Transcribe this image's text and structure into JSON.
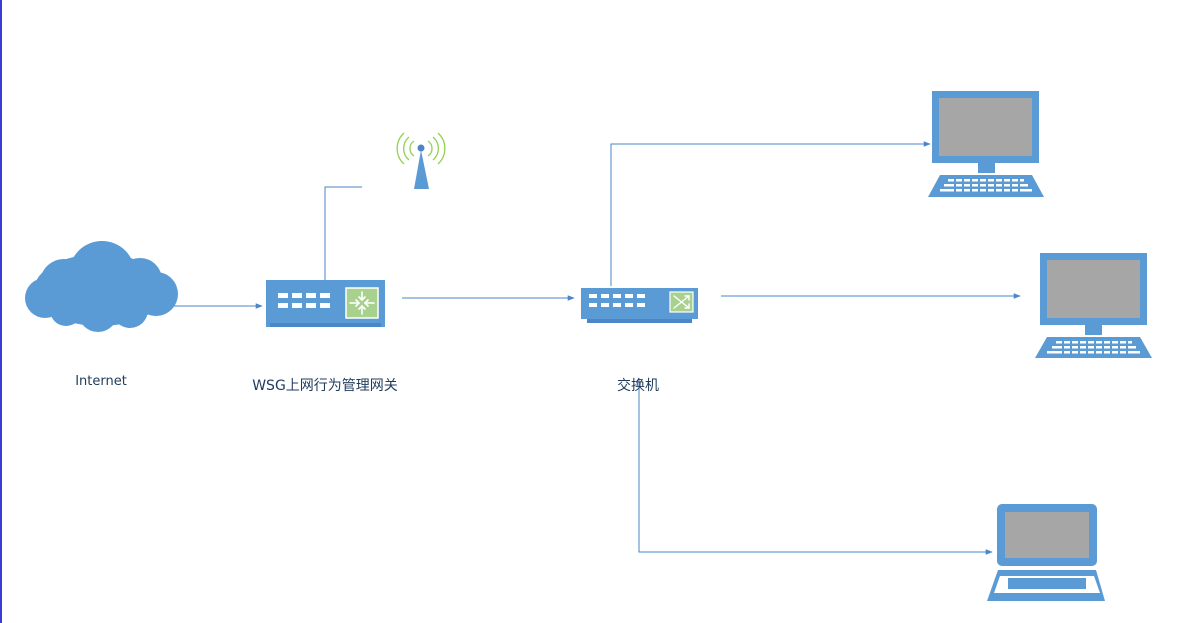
{
  "diagram": {
    "nodes": {
      "internet": {
        "label": "Internet",
        "icon": "cloud-icon"
      },
      "gateway": {
        "label": "WSG上网行为管理网关",
        "icon": "gateway-router-icon"
      },
      "access_point": {
        "label": "",
        "icon": "wireless-antenna-icon"
      },
      "switch": {
        "label": "交换机",
        "icon": "network-switch-icon"
      },
      "desktop_1": {
        "label": "",
        "icon": "desktop-computer-icon"
      },
      "desktop_2": {
        "label": "",
        "icon": "desktop-computer-icon"
      },
      "laptop": {
        "label": "",
        "icon": "laptop-icon"
      }
    },
    "edges": [
      {
        "from": "internet",
        "to": "gateway"
      },
      {
        "from": "gateway",
        "to": "access_point"
      },
      {
        "from": "gateway",
        "to": "switch"
      },
      {
        "from": "switch",
        "to": "desktop_1"
      },
      {
        "from": "switch",
        "to": "desktop_2"
      },
      {
        "from": "switch",
        "to": "laptop"
      }
    ],
    "colors": {
      "device_blue": "#5b9bd5",
      "line_blue": "#4a86c8",
      "screen_gray": "#a6a6a6",
      "port_panel_green": "#a9d18e",
      "antenna_wave_green": "#92d050"
    }
  }
}
